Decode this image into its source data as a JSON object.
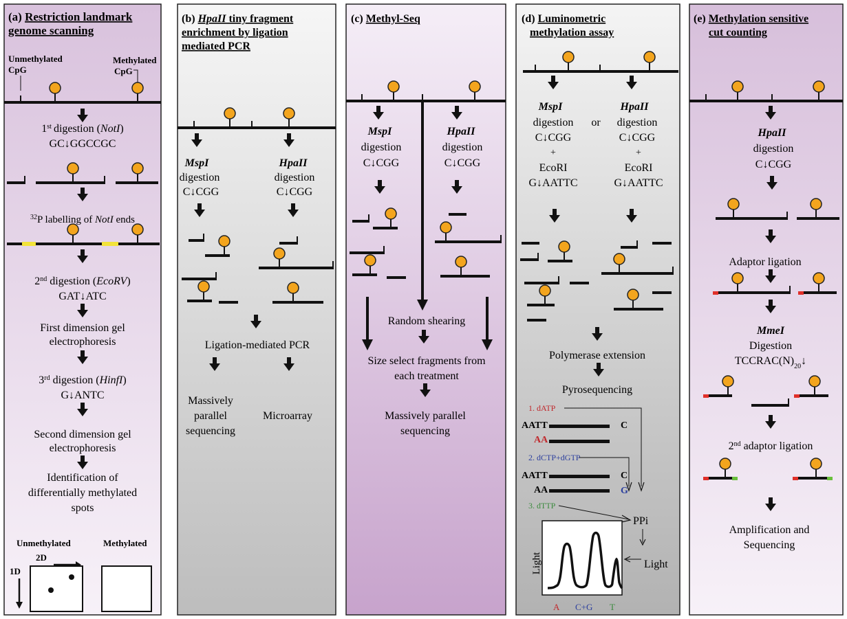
{
  "colors": {
    "panel_a_top": "#d9c2dd",
    "panel_a_bottom": "#f7f1f8",
    "panel_b_top": "#f6f6f6",
    "panel_b_bottom": "#bdbdbd",
    "panel_c_top": "#f5eef7",
    "panel_c_bottom": "#c7a3cc",
    "panel_d_top": "#f4f4f4",
    "panel_d_bottom": "#b2b2b2",
    "panel_e_top": "#d7bfdb",
    "panel_e_bottom": "#f7f1f8",
    "lollipop": "#f3a51e",
    "line": "#111111",
    "yellow_label": "#f2e33a",
    "red_adaptor": "#e0302a",
    "green_adaptor": "#6abf3c",
    "red_text": "#c0282c",
    "blue_text": "#2c3f9e",
    "green_text": "#3b8a3d"
  },
  "panel_a": {
    "title_prefix": "(a) ",
    "title_line1": "Restriction landmark",
    "title_line2": "genome scanning",
    "unmeth_l1": "Unmethylated",
    "unmeth_l2": "CpG",
    "meth_l1": "Methylated",
    "meth_l2": "CpG",
    "digest1_sup": "st",
    "digest1_pre": "1",
    "digest1_text": "digestion (",
    "digest1_enz": "NotI",
    "digest1_close": ")",
    "site1": "GC↓GGCCGC",
    "label_sup": "32",
    "label_text": "P labelling of ",
    "label_enz": "NotI",
    "label_end": " ends",
    "digest2_pre": "2",
    "digest2_sup": "nd",
    "digest2_text": " digestion (",
    "digest2_enz": "EcoRV",
    "digest2_close": ")",
    "site2": "GAT↓ATC",
    "gel1_l1": "First dimension gel",
    "gel1_l2": "electrophoresis",
    "digest3_pre": "3",
    "digest3_sup": "rd",
    "digest3_text": " digestion (",
    "digest3_enz": "HinfI",
    "digest3_close": ")",
    "site3": "G↓ANTC",
    "gel2_l1": "Second dimension gel",
    "gel2_l2": "electrophoresis",
    "ident_l1": "Identification of",
    "ident_l2": "differentially methylated",
    "ident_l3": "spots",
    "gel_unmeth": "Unmethylated",
    "gel_meth": "Methylated",
    "gel_2d": "2D",
    "gel_1d": "1D"
  },
  "panel_b": {
    "title_prefix": "(b) ",
    "title_enz": "HpaII",
    "title_l1": " tiny fragment",
    "title_l2": "enrichment by ligation",
    "title_l3": "mediated PCR",
    "left_enz": "MspI",
    "right_enz": "HpaII",
    "digestion": "digestion",
    "site": "C↓CGG",
    "lmpcr": "Ligation-mediated PCR",
    "seq_l1": "Massively",
    "seq_l2": "parallel",
    "seq_l3": "sequencing",
    "microarray": "Microarray"
  },
  "panel_c": {
    "title_prefix": "(c) ",
    "title": "Methyl-Seq",
    "left_enz": "MspI",
    "right_enz": "HpaII",
    "digestion": "digestion",
    "site": "C↓CGG",
    "random": "Random shearing",
    "size_l1": "Size select fragments  from",
    "size_l2": "each treatment",
    "mps_l1": "Massively parallel",
    "mps_l2": "sequencing"
  },
  "panel_d": {
    "title_prefix": "(d) ",
    "title_l1": "Luminometric",
    "title_l2": "methylation assay",
    "left_enz": "MspI",
    "right_enz": "HpaII",
    "digestion": "digestion",
    "or": "or",
    "site": "C↓CGG",
    "plus": "+",
    "ecori": "EcoRI",
    "ecori_site": "G↓AATTC",
    "polymerase": "Polymerase extension",
    "pyro": "Pyrosequencing",
    "step1": "1. dATP",
    "step2": "2. dCTP+dGTP",
    "step3": "3. dTTP",
    "aatt": "AATT",
    "aa": "AA",
    "c": "C",
    "g": "G",
    "ppi": "PPi",
    "light": "Light",
    "light_axis": "Light",
    "peak_a": "A",
    "peak_cg": "C+G",
    "peak_t": "T"
  },
  "panel_e": {
    "title_prefix": "(e) ",
    "title_l1": "Methylation sensitive",
    "title_l2": "cut counting",
    "enz": "HpaII",
    "digestion": "digestion",
    "site": "C↓CGG",
    "adaptor": "Adaptor ligation",
    "mmei": "MmeI",
    "mmei_digestion": "Digestion",
    "mmei_site_pre": "TCCRAC(N)",
    "mmei_site_sub": "20",
    "mmei_site_arrow": "↓",
    "adaptor2_pre": "2",
    "adaptor2_sup": "nd",
    "adaptor2_text": " adaptor ligation",
    "amp_l1": "Amplification and",
    "amp_l2": "Sequencing"
  }
}
